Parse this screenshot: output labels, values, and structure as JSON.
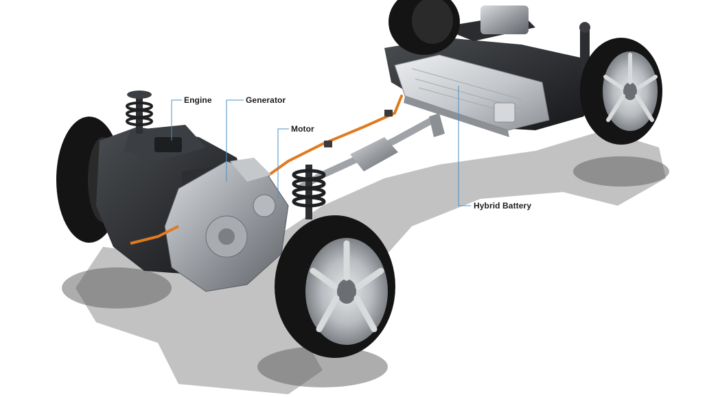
{
  "labels": {
    "engine": "Engine",
    "generator": "Generator",
    "motor": "Motor",
    "hybrid_battery": "Hybrid Battery"
  },
  "colors": {
    "background": "#ffffff",
    "callout_line": "#4a90c8",
    "orange_cable": "#e07a1f",
    "tire": "#141414",
    "rim": "#b9bcc0",
    "battery_case": "#c8cbcf"
  }
}
